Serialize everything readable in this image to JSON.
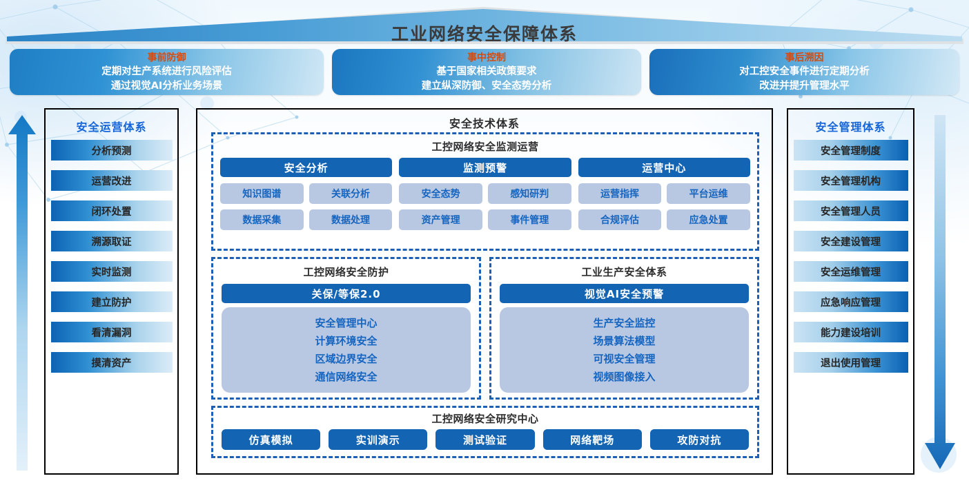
{
  "roof": {
    "title": "工业网络安全保障体系"
  },
  "phases": [
    {
      "title": "事前防御",
      "lines": [
        "定期对生产系统进行风险评估",
        "通过视觉AI分析业务场景"
      ]
    },
    {
      "title": "事中控制",
      "lines": [
        "基于国家相关政策要求",
        "建立纵深防御、安全态势分析"
      ]
    },
    {
      "title": "事后溯因",
      "lines": [
        "对工控安全事件进行定期分析",
        "改进并提升管理水平"
      ]
    }
  ],
  "left_column": {
    "title": "安全运营体系",
    "items": [
      "分析预测",
      "运营改进",
      "闭环处置",
      "溯源取证",
      "实时监测",
      "建立防护",
      "看清漏洞",
      "摸清资产"
    ]
  },
  "right_column": {
    "title": "安全管理体系",
    "items": [
      "安全管理制度",
      "安全管理机构",
      "安全管理人员",
      "安全建设管理",
      "安全运维管理",
      "应急响应管理",
      "能力建设培训",
      "退出使用管理"
    ]
  },
  "center": {
    "title": "安全技术体系",
    "monitoring": {
      "title": "工控网络安全监测运营",
      "groups": [
        {
          "head": "安全分析",
          "tiles": [
            "知识图谱",
            "关联分析",
            "数据采集",
            "数据处理"
          ]
        },
        {
          "head": "监测预警",
          "tiles": [
            "安全态势",
            "感知研判",
            "资产管理",
            "事件管理"
          ]
        },
        {
          "head": "运营中心",
          "tiles": [
            "运营指挥",
            "平台运维",
            "合规评估",
            "应急处置"
          ]
        }
      ]
    },
    "protection": {
      "title": "工控网络安全防护",
      "head": "关保/等保2.0",
      "lines": [
        "安全管理中心",
        "计算环境安全",
        "区域边界安全",
        "通信网络安全"
      ]
    },
    "production": {
      "title": "工业生产安全体系",
      "head": "视觉AI安全预警",
      "lines": [
        "生产安全监控",
        "场景算法模型",
        "可视安全管理",
        "视频图像接入"
      ]
    },
    "research": {
      "title": "工控网络安全研究中心",
      "buttons": [
        "仿真模拟",
        "实训演示",
        "测试验证",
        "网络靶场",
        "攻防对抗"
      ]
    }
  },
  "arrows": {
    "left": "arrow-up-icon",
    "right": "arrow-down-icon"
  },
  "colors": {
    "accent_blue": "#1464b4",
    "tile_blue": "#b9c8e2",
    "tile_text": "#1565c0",
    "phase_title": "#d84a0b",
    "column_title": "#1565d8"
  }
}
